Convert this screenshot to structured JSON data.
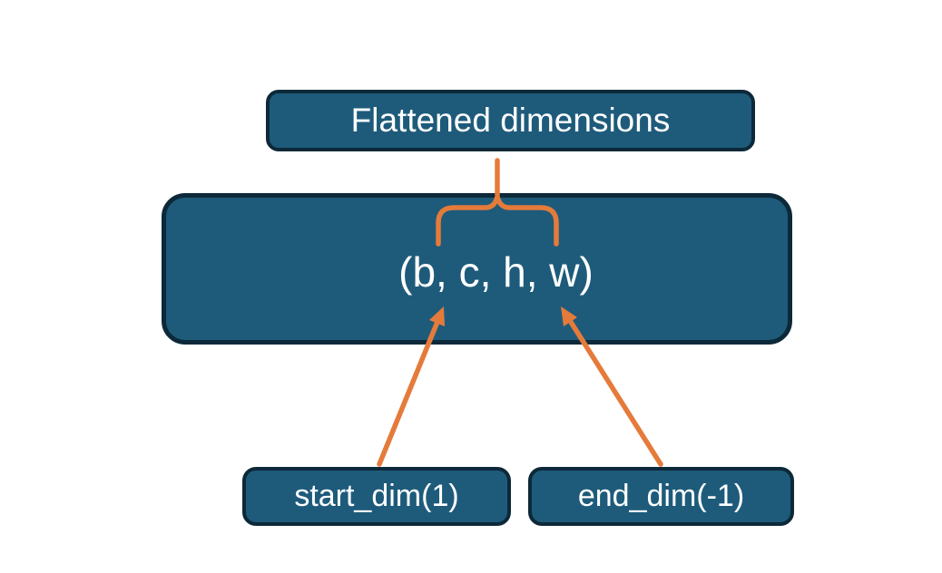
{
  "diagram": {
    "title_box": {
      "label": "Flattened dimensions"
    },
    "tensor_box": {
      "label": "(b, c, h, w)"
    },
    "start_dim_box": {
      "label": "start_dim(1)"
    },
    "end_dim_box": {
      "label": "end_dim(-1)"
    },
    "colors": {
      "box_fill": "#1E5B7B",
      "box_border": "#0D2939",
      "accent_orange": "#E57B3B",
      "text": "#FFFFFF",
      "background": "#FFFFFF"
    }
  }
}
